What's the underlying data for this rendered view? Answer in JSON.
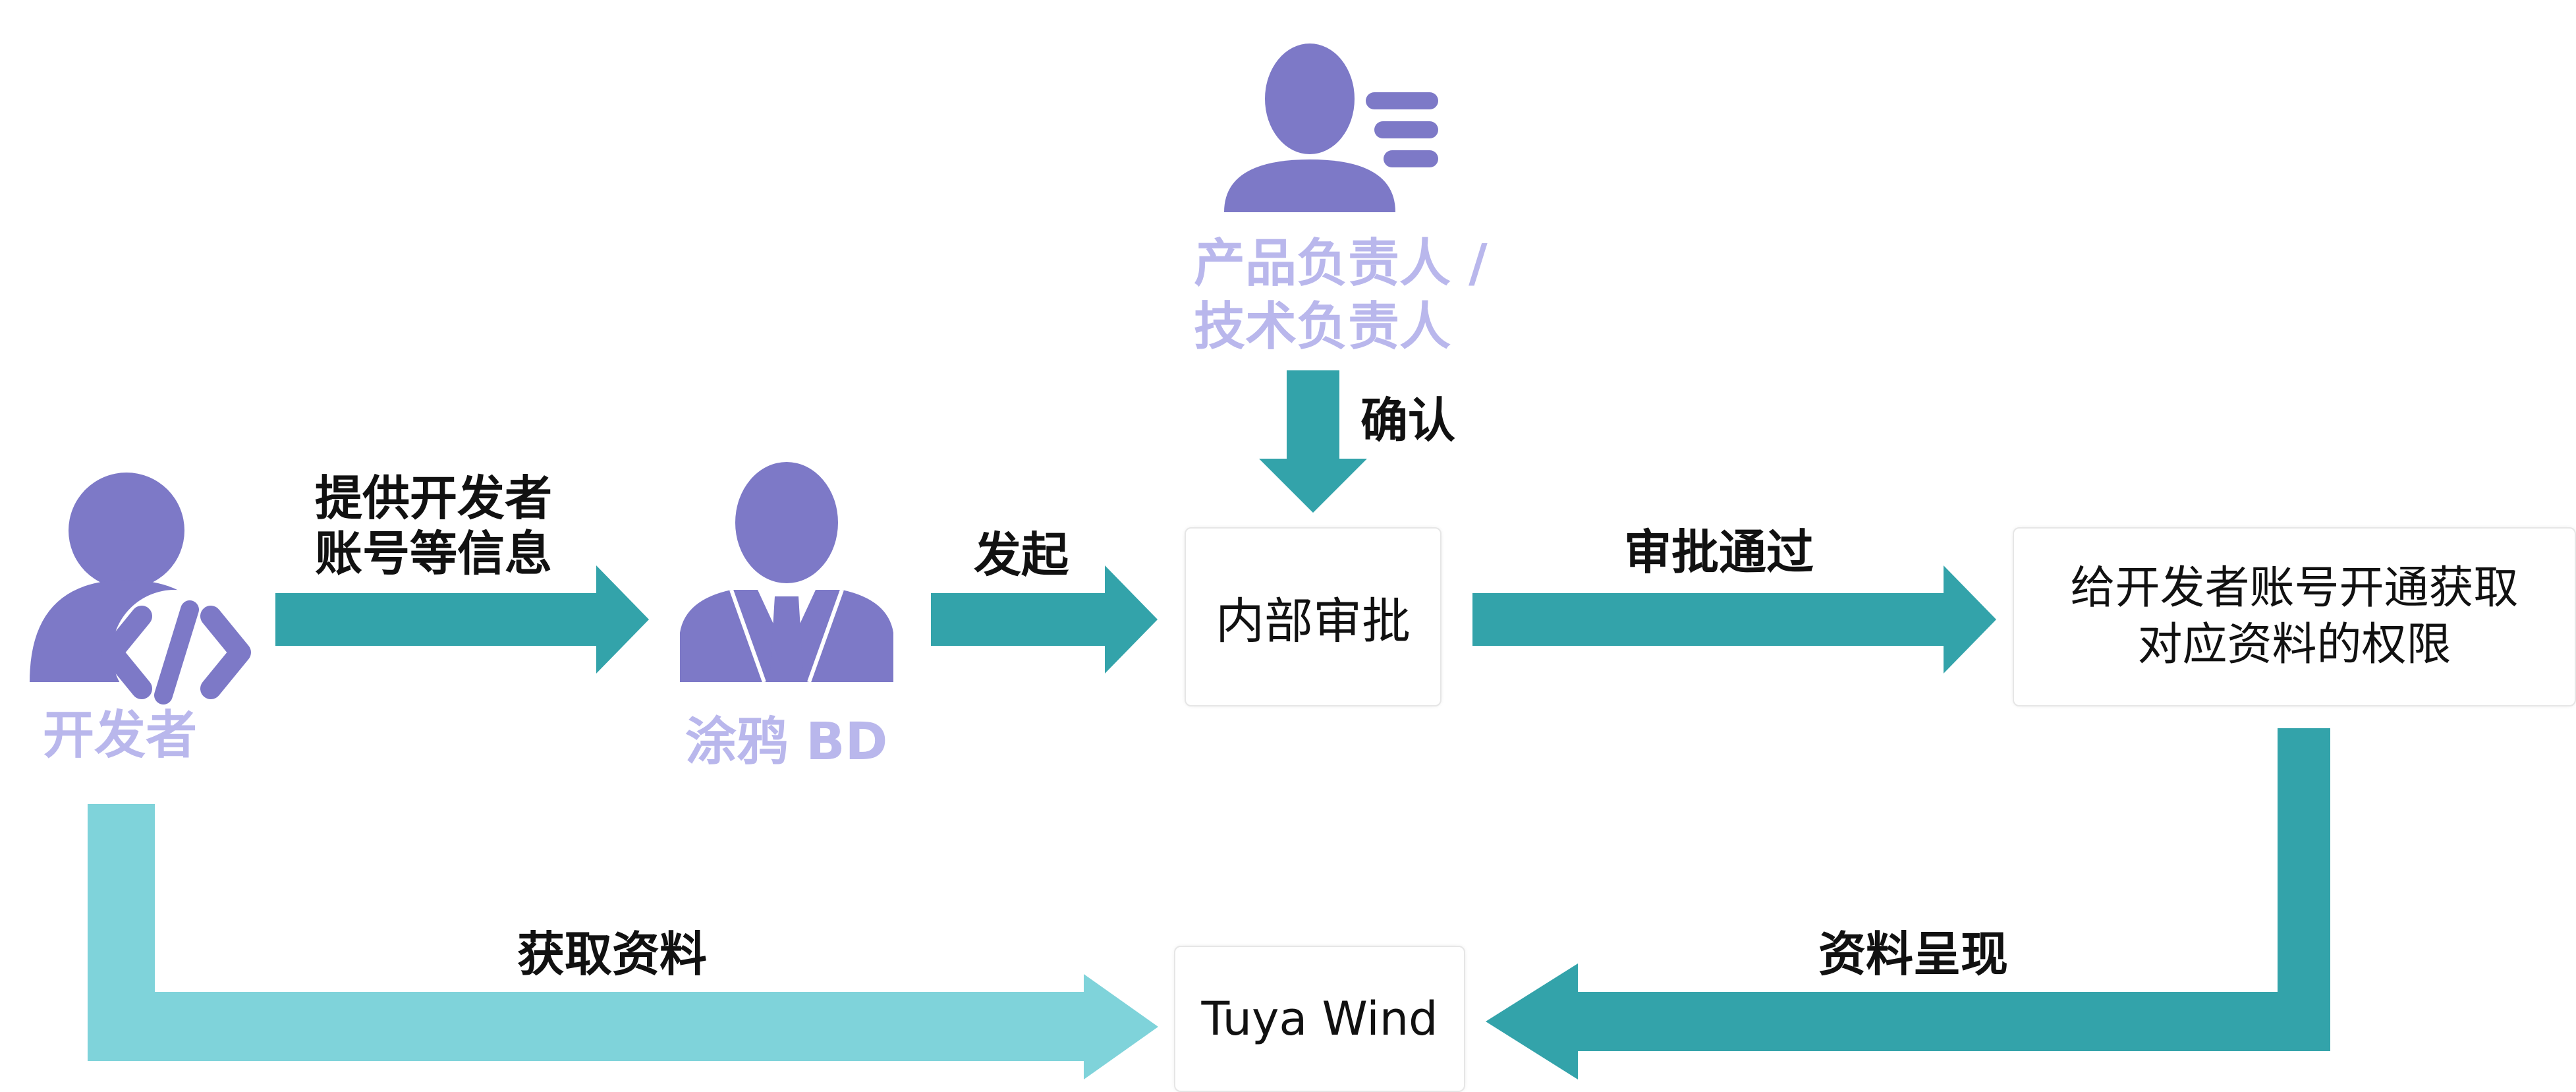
{
  "actors": {
    "developer": {
      "label": "开发者"
    },
    "tuya_bd": {
      "label": "涂鸦 BD"
    },
    "product_owner": {
      "label_line1": "产品负责人 /",
      "label_line2": "技术负责人"
    }
  },
  "steps": {
    "provide_info": {
      "line1": "提供开发者",
      "line2": "账号等信息"
    },
    "initiate": "发起",
    "confirm": "确认",
    "approved": "审批通过",
    "get_materials": "获取资料",
    "materials_shown": "资料呈现"
  },
  "boxes": {
    "internal_approval": "内部审批",
    "grant_access": {
      "line1": "给开发者账号开通获取",
      "line2": "对应资料的权限"
    },
    "tuya_wind": "Tuya Wind"
  },
  "colors": {
    "actor_icon": "#7d79c7",
    "actor_text": "#b9b7ec",
    "arrow_primary": "#33a3aa",
    "arrow_light": "#7fd3da",
    "box_border": "#e6e6e6"
  }
}
